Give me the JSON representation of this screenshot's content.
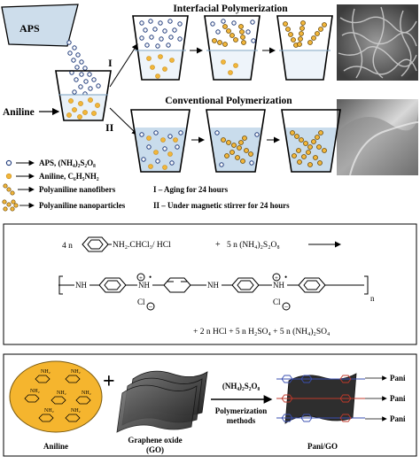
{
  "top": {
    "aps_label": "APS",
    "aniline_label": "Aniline",
    "route_1": "I",
    "route_2": "II",
    "title_interfacial": "Interfacial Polymerization",
    "title_conventional": "Conventional Polymerization"
  },
  "legend": {
    "aps": "APS, (NH₄)₂S₂O₈",
    "aniline": "Aniline, C₆H₅NH₂",
    "nanofibers": "Polyaniline nanofibers",
    "nanoparticles": "Polyaniline nanoparticles",
    "route_1_note": "I – Aging for 24 hours",
    "route_2_note": "II – Under magnetic stirrer for 24 hours"
  },
  "reaction": {
    "coef_4n": "4 n",
    "reactant_1": "NH₂.CHCl₃/ HCl",
    "plus": "+",
    "reactant_2": "5 n (NH₄)₂S₂O₈",
    "nh": "NH",
    "cl": "Cl",
    "charge_plus": "+",
    "charge_minus": "−",
    "radical_dot": "•",
    "subscript_n": "n",
    "products": "+ 2 n HCl + 5 n H₂SO₄ + 5 n (NH₄)₂SO₄"
  },
  "bottom": {
    "aniline_label": "Aniline",
    "nh2": "NH₂",
    "plus": "+",
    "graphene_label_1": "Graphene oxide",
    "graphene_label_2": "(GO)",
    "reagent": "(NH₄)₂S₂O₈",
    "method_1": "Polymerization",
    "method_2": "methods",
    "product_label": "Pani/GO",
    "pani": "Pani"
  },
  "colors": {
    "aniline_dot": "#f2b63a",
    "aps_dot_edge": "#1f3a7a",
    "solution_blue": "#c9dcec",
    "aniline_blob": "#f5b52e",
    "graphene_dark": "#3a3a3a",
    "pani_blue": "#3a4fb0",
    "pani_red": "#c0392b"
  }
}
